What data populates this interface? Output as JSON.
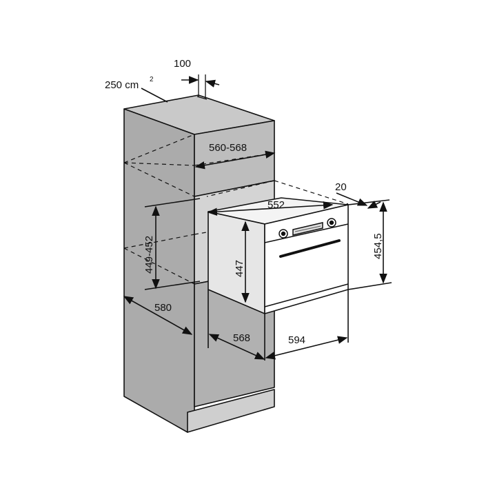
{
  "diagram": {
    "colors": {
      "cabinet_front": "#ababab",
      "cabinet_side": "#bdbdbd",
      "cabinet_top": "#c9c9c9",
      "niche_inner": "#d4d4d4",
      "plinth": "#cfcfcf",
      "oven_body": "#ffffff",
      "line": "#111111"
    },
    "labels": {
      "vent_area": "250 cm",
      "vent_area_sup": "2",
      "vent_gap": "100",
      "niche_width": "560-568",
      "oven_depth_top": "552",
      "front_offset": "20",
      "front_height": "454,5",
      "niche_height": "449-452",
      "oven_height": "447",
      "cabinet_depth": "580",
      "oven_depth": "568",
      "front_width": "594"
    }
  }
}
